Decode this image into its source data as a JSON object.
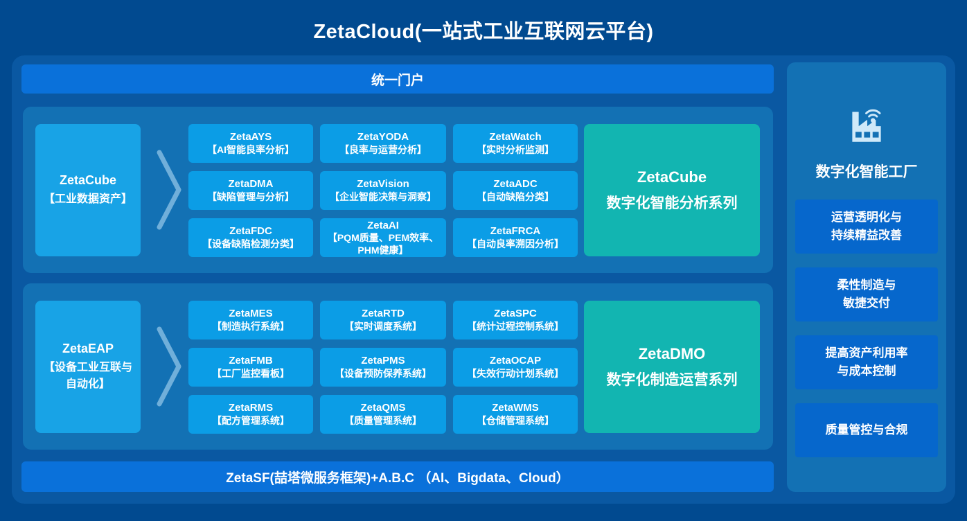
{
  "title": "ZetaCloud(一站式工业互联网云平台)",
  "portal_bar": "统一门户",
  "footer_bar": "ZetaSF(喆塔微服务框架)+A.B.C （AI、Bigdata、Cloud）",
  "sections": [
    {
      "source": {
        "name": "ZetaCube",
        "desc": "【工业数据资产】"
      },
      "products": [
        {
          "name": "ZetaAYS",
          "desc": "【AI智能良率分析】"
        },
        {
          "name": "ZetaYODA",
          "desc": "【良率与运营分析】"
        },
        {
          "name": "ZetaWatch",
          "desc": "【实时分析监测】"
        },
        {
          "name": "ZetaDMA",
          "desc": "【缺陷管理与分析】"
        },
        {
          "name": "ZetaVision",
          "desc": "【企业智能决策与洞察】"
        },
        {
          "name": "ZetaADC",
          "desc": "【自动缺陷分类】"
        },
        {
          "name": "ZetaFDC",
          "desc": "【设备缺陷检测分类】"
        },
        {
          "name": "ZetaAI",
          "desc": "【PQM质量、PEM效率、\nPHM健康】"
        },
        {
          "name": "ZetaFRCA",
          "desc": "【自动良率溯因分析】"
        }
      ],
      "series": {
        "name": "ZetaCube",
        "desc": "数字化智能分析系列"
      }
    },
    {
      "source": {
        "name": "ZetaEAP",
        "desc": "【设备工业互联与\n自动化】"
      },
      "products": [
        {
          "name": "ZetaMES",
          "desc": "【制造执行系统】"
        },
        {
          "name": "ZetaRTD",
          "desc": "【实时调度系统】"
        },
        {
          "name": "ZetaSPC",
          "desc": "【统计过程控制系统】"
        },
        {
          "name": "ZetaFMB",
          "desc": "【工厂监控看板】"
        },
        {
          "name": "ZetaPMS",
          "desc": "【设备预防保养系统】"
        },
        {
          "name": "ZetaOCAP",
          "desc": "【失效行动计划系统】"
        },
        {
          "name": "ZetaRMS",
          "desc": "【配方管理系统】"
        },
        {
          "name": "ZetaQMS",
          "desc": "【质量管理系统】"
        },
        {
          "name": "ZetaWMS",
          "desc": "【仓储管理系统】"
        }
      ],
      "series": {
        "name": "ZetaDMO",
        "desc": "数字化制造运营系列"
      }
    }
  ],
  "sidebar": {
    "icon": "smart-factory-icon",
    "title": "数字化智能工厂",
    "benefits": [
      "运营透明化与\n持续精益改善",
      "柔性制造与\n敏捷交付",
      "提高资产利用率\n与成本控制",
      "质量管控与合规"
    ]
  },
  "colors": {
    "page_bg": "#014a90",
    "outer_panel": "#0a58a2",
    "section_panel": "#1371b4",
    "bright_bar": "#0a71da",
    "product_box": "#0b9de6",
    "source_box": "#18a3e6",
    "series_box": "#12b5b1",
    "benefit_box": "#0667cc",
    "icon_pale": "#cfe9f9",
    "text": "#ffffff"
  }
}
